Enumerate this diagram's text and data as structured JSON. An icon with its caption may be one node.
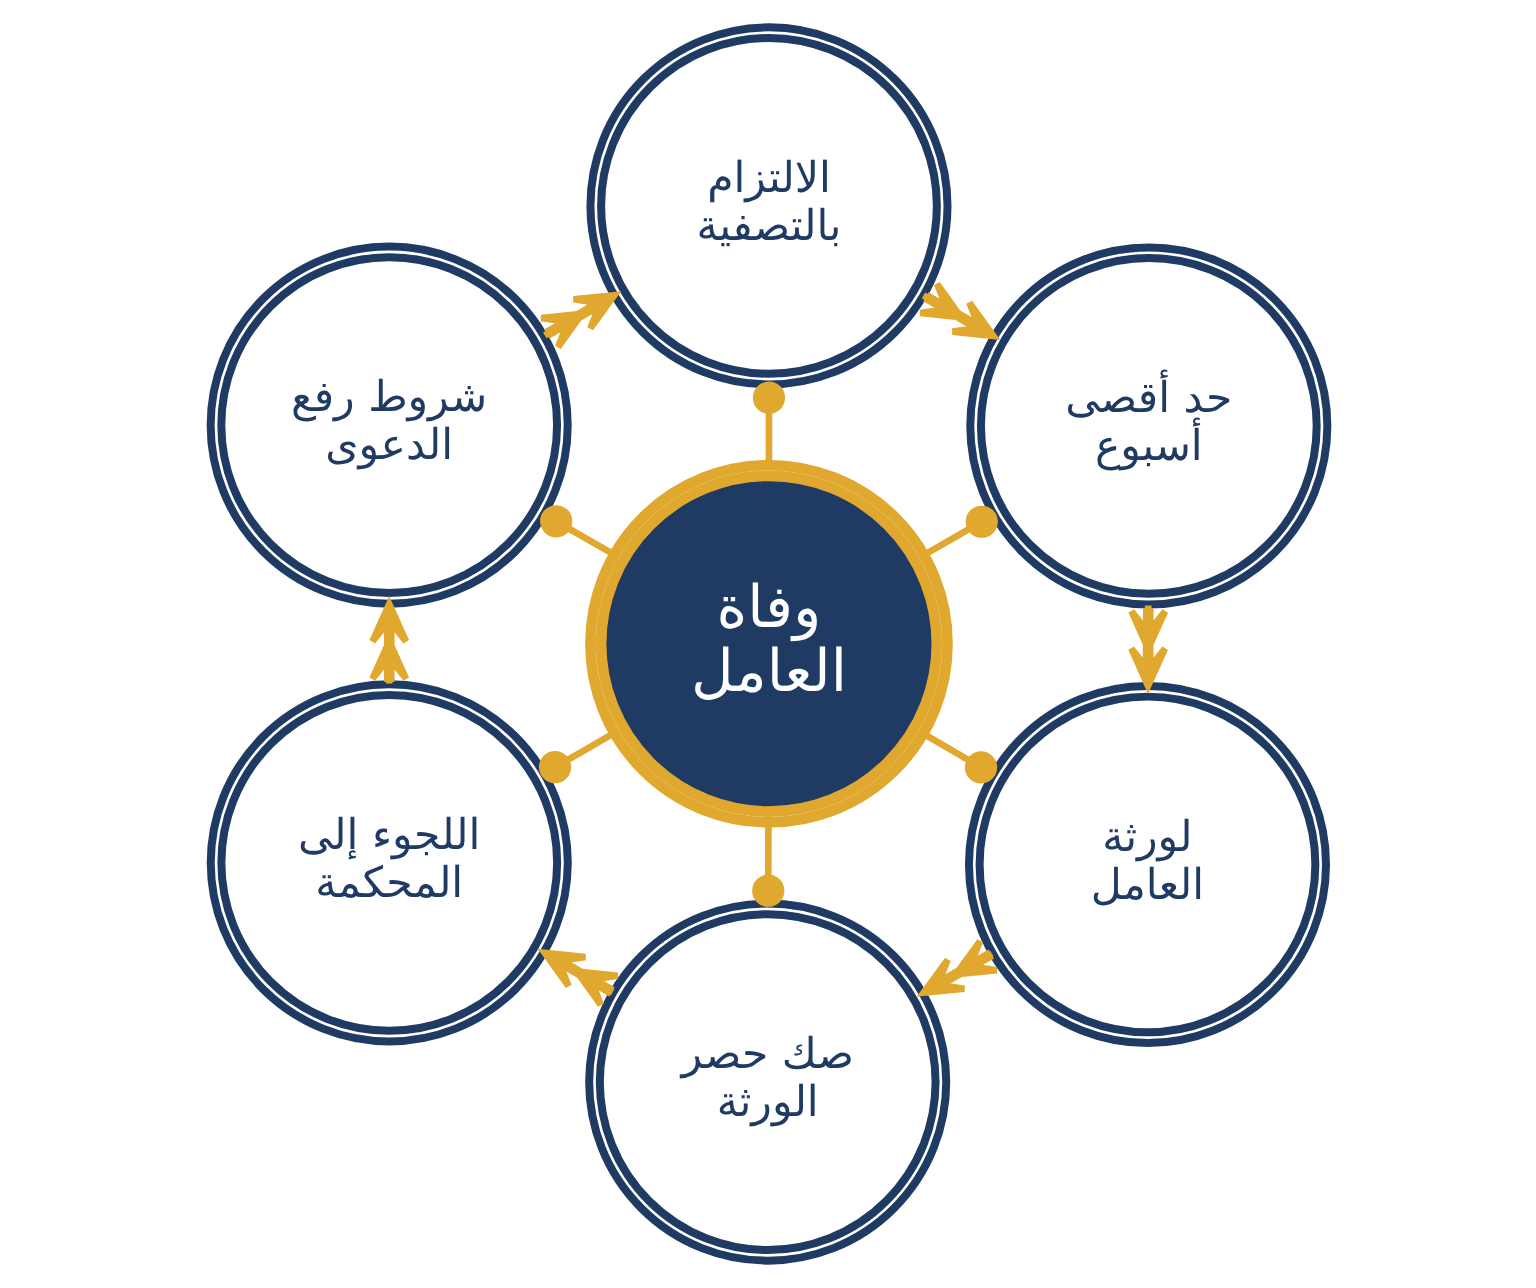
{
  "diagram": {
    "nodes": [
      {
        "text": [
          "وفاة العامل"
        ]
      },
      {
        "text": [
          "الالتزام بالتصفية"
        ]
      },
      {
        "text": [
          "حد أقصى أسبوع"
        ]
      },
      {
        "text": [
          "لورثة العامل"
        ]
      },
      {
        "text": [
          "صك حصر الورثة"
        ]
      },
      {
        "text": [
          "اللجوء إلى المحكمة"
        ]
      },
      {
        "text": [
          "شروط رفع الدعوى"
        ]
      }
    ],
    "edges": [
      {
        "from": 0,
        "to": 1,
        "arrow": "other"
      },
      {
        "from": 0,
        "to": 2,
        "arrow": "other"
      },
      {
        "from": 0,
        "to": 3,
        "arrow": "other"
      },
      {
        "from": 0,
        "to": 4,
        "arrow": "other"
      },
      {
        "from": 0,
        "to": 5,
        "arrow": "other"
      },
      {
        "from": 0,
        "to": 6,
        "arrow": "other"
      },
      {
        "from": 1,
        "to": 2,
        "arrow": "to"
      },
      {
        "from": 2,
        "to": 3,
        "arrow": "to"
      },
      {
        "from": 3,
        "to": 4,
        "arrow": "to"
      },
      {
        "from": 4,
        "to": 5,
        "arrow": "to"
      },
      {
        "from": 5,
        "to": 6,
        "arrow": "to"
      },
      {
        "from": 6,
        "to": 1,
        "arrow": "to"
      }
    ]
  }
}
